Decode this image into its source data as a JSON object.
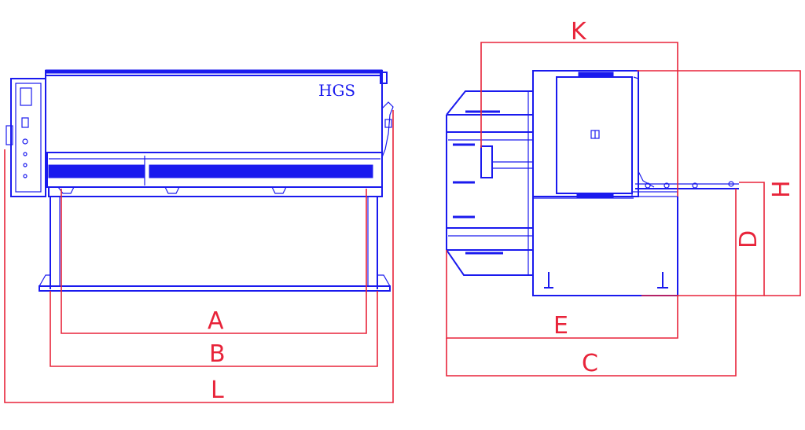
{
  "brand_label": "HGS",
  "dimensions": {
    "A": "A",
    "B": "B",
    "L": "L",
    "K": "K",
    "E": "E",
    "C": "C",
    "D": "D",
    "H": "H"
  },
  "colors": {
    "machine_line": "#1a1aee",
    "dimension_line": "#e8243a",
    "background": "#ffffff"
  }
}
